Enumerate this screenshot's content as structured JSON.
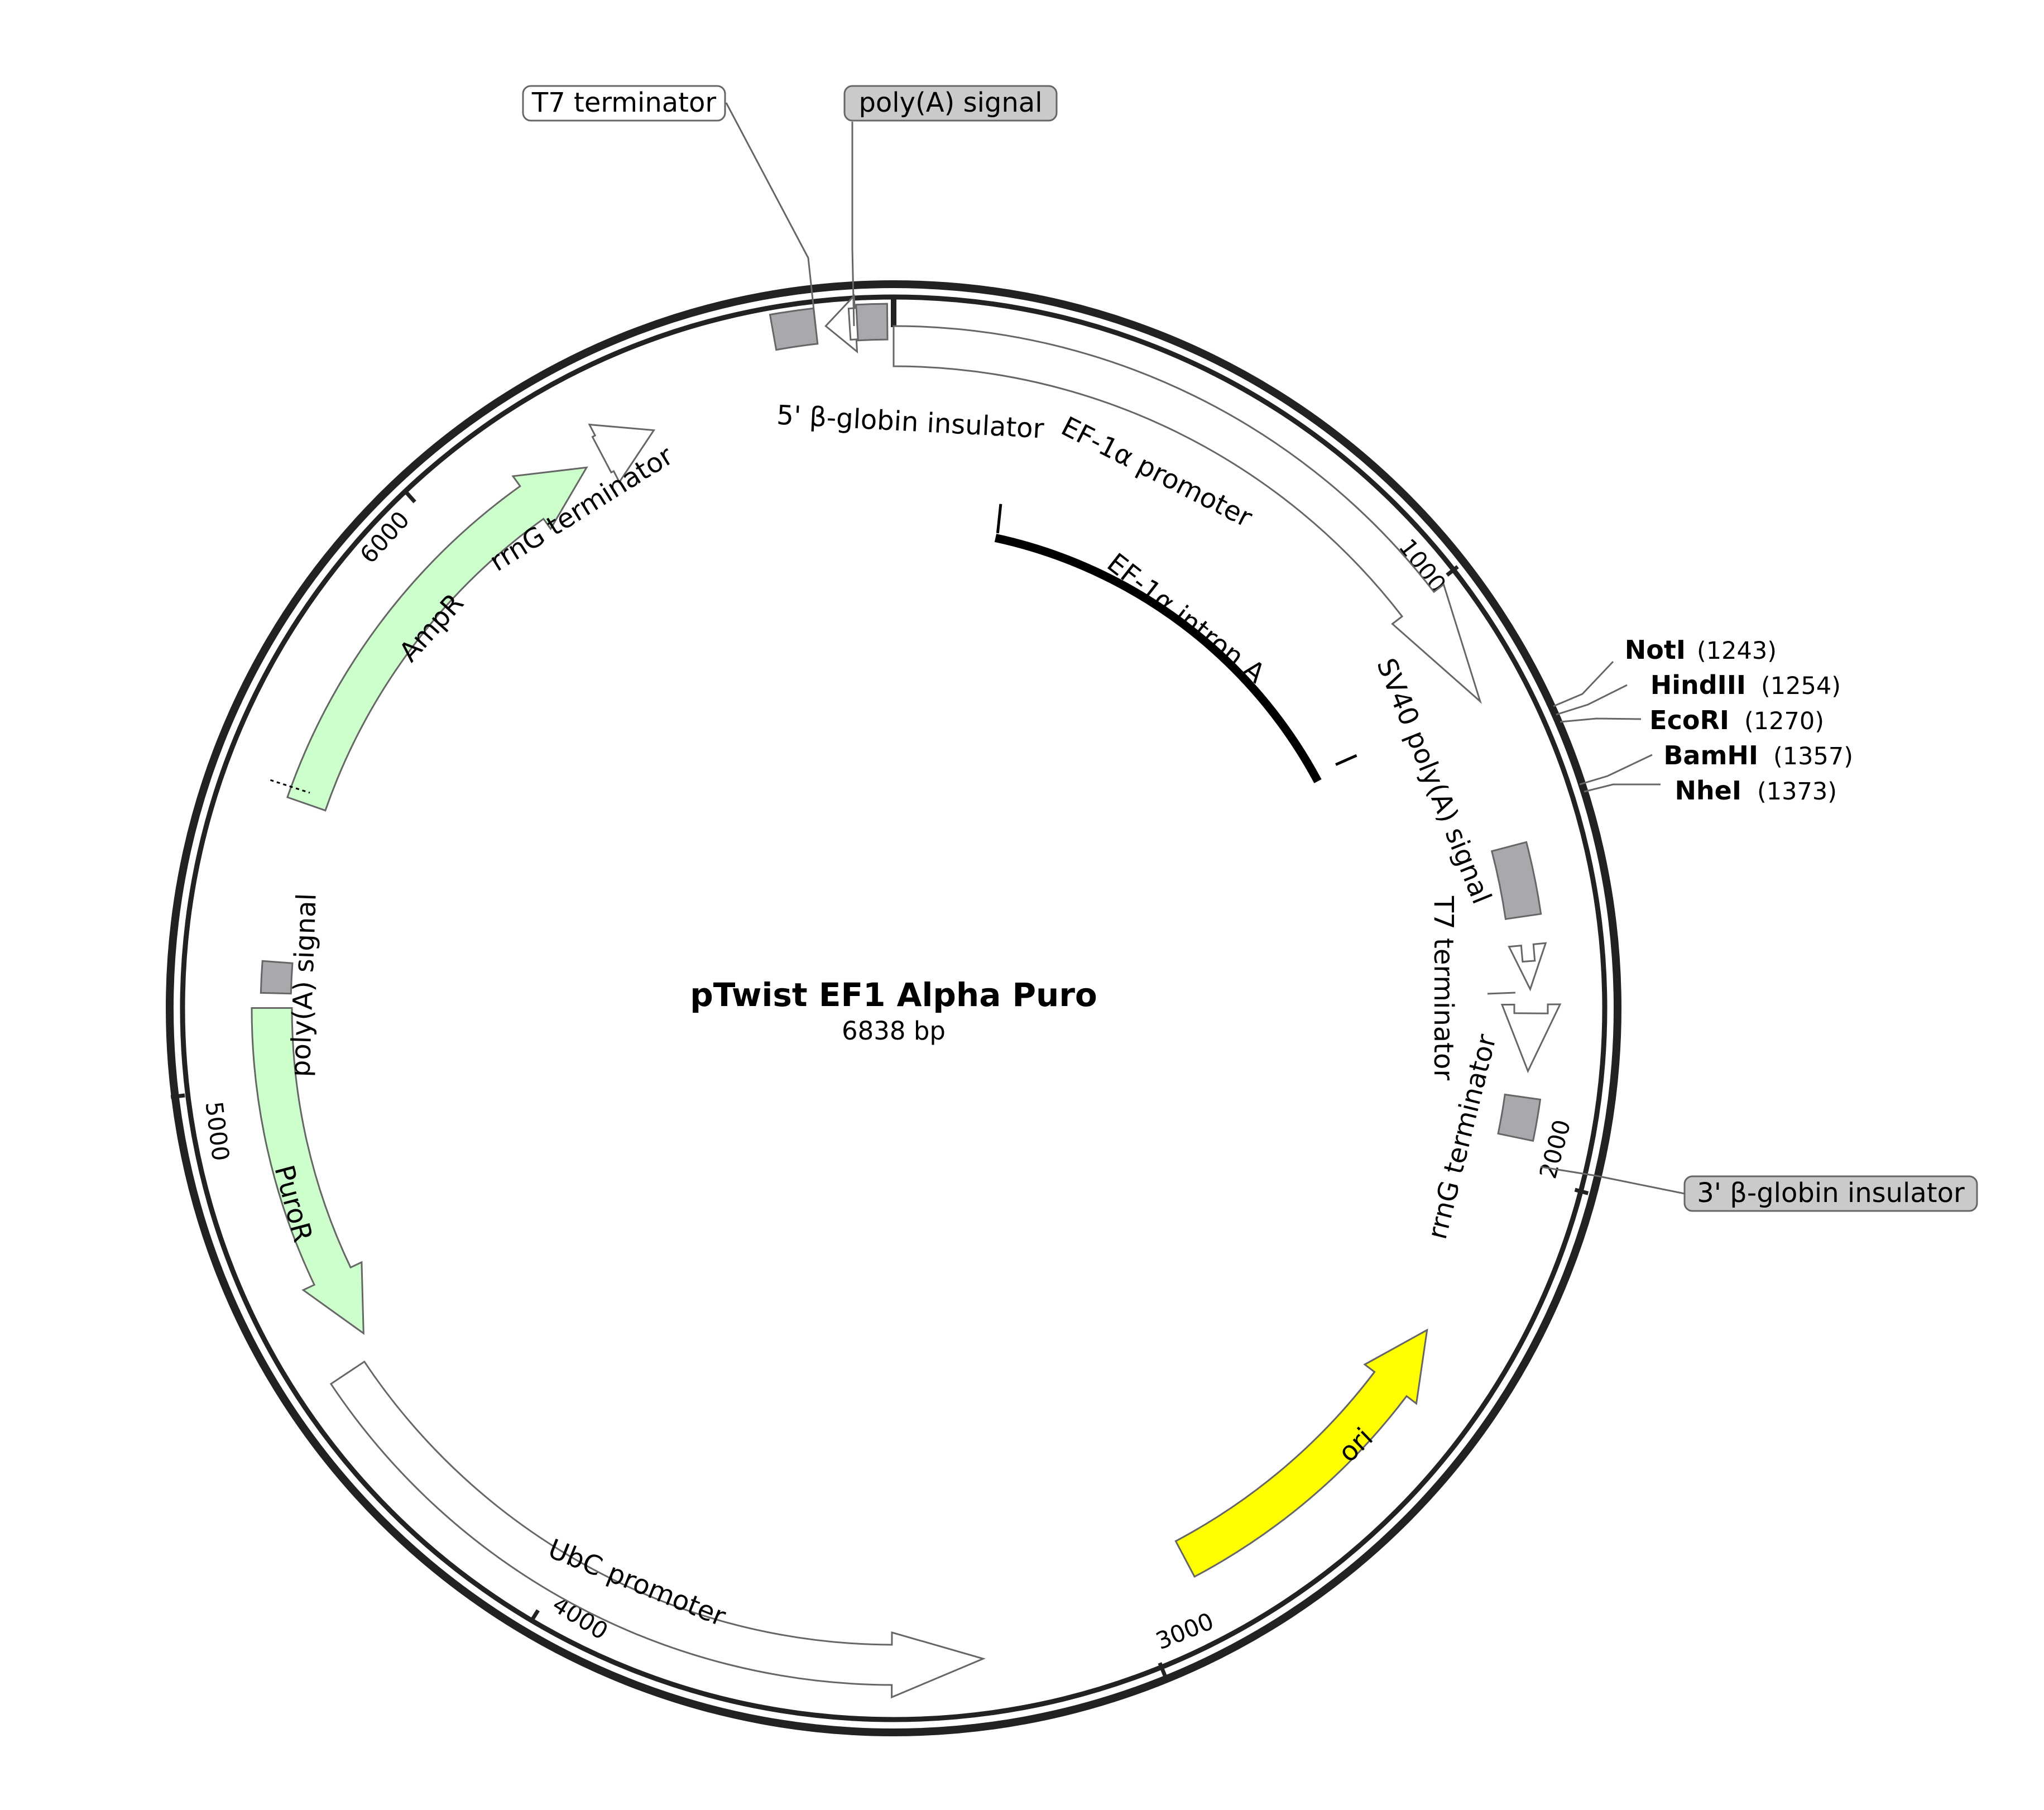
{
  "plasmid": {
    "name": "pTwist EF1 Alpha Puro",
    "size_label": "6838 bp",
    "length": 6838
  },
  "colors": {
    "backbone": "#222222",
    "neutral_fill": "#ffffff",
    "gray_fill": "#a7a9ad",
    "green_fill": "#ccffcc",
    "yellow_fill": "#ffff00",
    "outline": "#666666"
  },
  "ticks": [
    {
      "bp": 1000,
      "label": "1000"
    },
    {
      "bp": 2000,
      "label": "2000"
    },
    {
      "bp": 3000,
      "label": "3000"
    },
    {
      "bp": 4000,
      "label": "4000"
    },
    {
      "bp": 5000,
      "label": "5000"
    },
    {
      "bp": 6000,
      "label": "6000"
    }
  ],
  "features": [
    {
      "id": "ef1a-promoter",
      "label": "EF-1α promoter",
      "type": "promoter",
      "start": 0,
      "end": 1185,
      "strand": 1,
      "fill": "white"
    },
    {
      "id": "ef1a-intron",
      "label": "EF-1α intron A",
      "type": "intron",
      "start": 234,
      "end": 1173,
      "strand": 0,
      "fill": "black"
    },
    {
      "id": "sv40-polya",
      "label": "SV40 poly(A) signal",
      "type": "polyA",
      "start": 1430,
      "end": 1552,
      "strand": 0,
      "fill": "gray"
    },
    {
      "id": "t7-term-right",
      "label": "T7 terminator",
      "type": "terminator",
      "start": 1629,
      "end": 1677,
      "strand": 1,
      "fill": "white"
    },
    {
      "id": "rrng-term-right",
      "label": "rrnG terminator",
      "type": "terminator",
      "start": 1718,
      "end": 1817,
      "strand": 1,
      "fill": "white"
    },
    {
      "id": "globin-3",
      "label": "3' β-globin insulator",
      "type": "insulator",
      "start": 1862,
      "end": 1932,
      "strand": 0,
      "fill": "gray"
    },
    {
      "id": "ori",
      "label": "ori",
      "type": "rep_origin",
      "start": 2300,
      "end": 2889,
      "strand": -1,
      "fill": "yellow"
    },
    {
      "id": "ubc-promoter",
      "label": "UbC promoter",
      "type": "promoter",
      "start": 3270,
      "end": 4488,
      "strand": -1,
      "fill": "white"
    },
    {
      "id": "puror",
      "label": "PuroR",
      "type": "CDS",
      "start": 4530,
      "end": 5129,
      "strand": -1,
      "fill": "green"
    },
    {
      "id": "polya-left",
      "label": "poly(A) signal",
      "type": "polyA",
      "start": 5155,
      "end": 5210,
      "strand": 0,
      "fill": "gray"
    },
    {
      "id": "ampr",
      "label": "AmpR",
      "type": "CDS",
      "start": 5493,
      "end": 6276,
      "strand": 1,
      "fill": "green"
    },
    {
      "id": "rrng-term-left",
      "label": "rrnG terminator",
      "type": "terminator",
      "start": 6310,
      "end": 6410,
      "strand": 1,
      "fill": "white"
    },
    {
      "id": "globin-5",
      "label": "5' β-globin insulator",
      "type": "insulator",
      "start": 6646,
      "end": 6714,
      "strand": 0,
      "fill": "gray"
    },
    {
      "id": "t7-term-top",
      "label": "T7 terminator",
      "type": "terminator",
      "start": 6730,
      "end": 6768,
      "strand": -1,
      "fill": "white"
    },
    {
      "id": "polya-top",
      "label": "poly(A) signal",
      "type": "polyA",
      "start": 6780,
      "end": 6828,
      "strand": 0,
      "fill": "gray"
    }
  ],
  "callouts": {
    "t7_top": "T7 terminator",
    "polya_top": "poly(A) signal",
    "globin_3": "3' β-globin insulator"
  },
  "sites": [
    {
      "name": "NotI",
      "pos_label": "(1243)",
      "bp": 1243
    },
    {
      "name": "HindIII",
      "pos_label": "(1254)",
      "bp": 1254
    },
    {
      "name": "EcoRI",
      "pos_label": "(1270)",
      "bp": 1270
    },
    {
      "name": "BamHI",
      "pos_label": "(1357)",
      "bp": 1357
    },
    {
      "name": "NheI",
      "pos_label": "(1373)",
      "bp": 1373
    }
  ]
}
